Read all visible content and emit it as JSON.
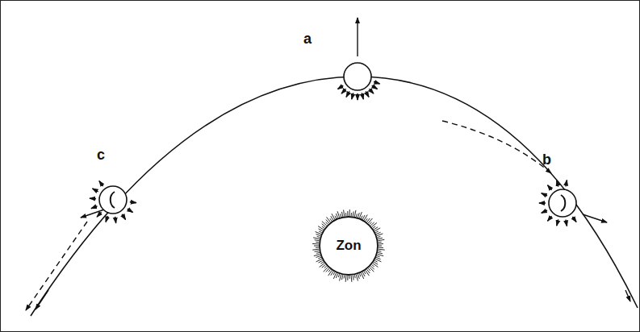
{
  "diagram": {
    "nodes": [
      {
        "text": [
          "Zon"
        ]
      }
    ],
    "labels": [
      "a",
      "c",
      "b"
    ]
  }
}
